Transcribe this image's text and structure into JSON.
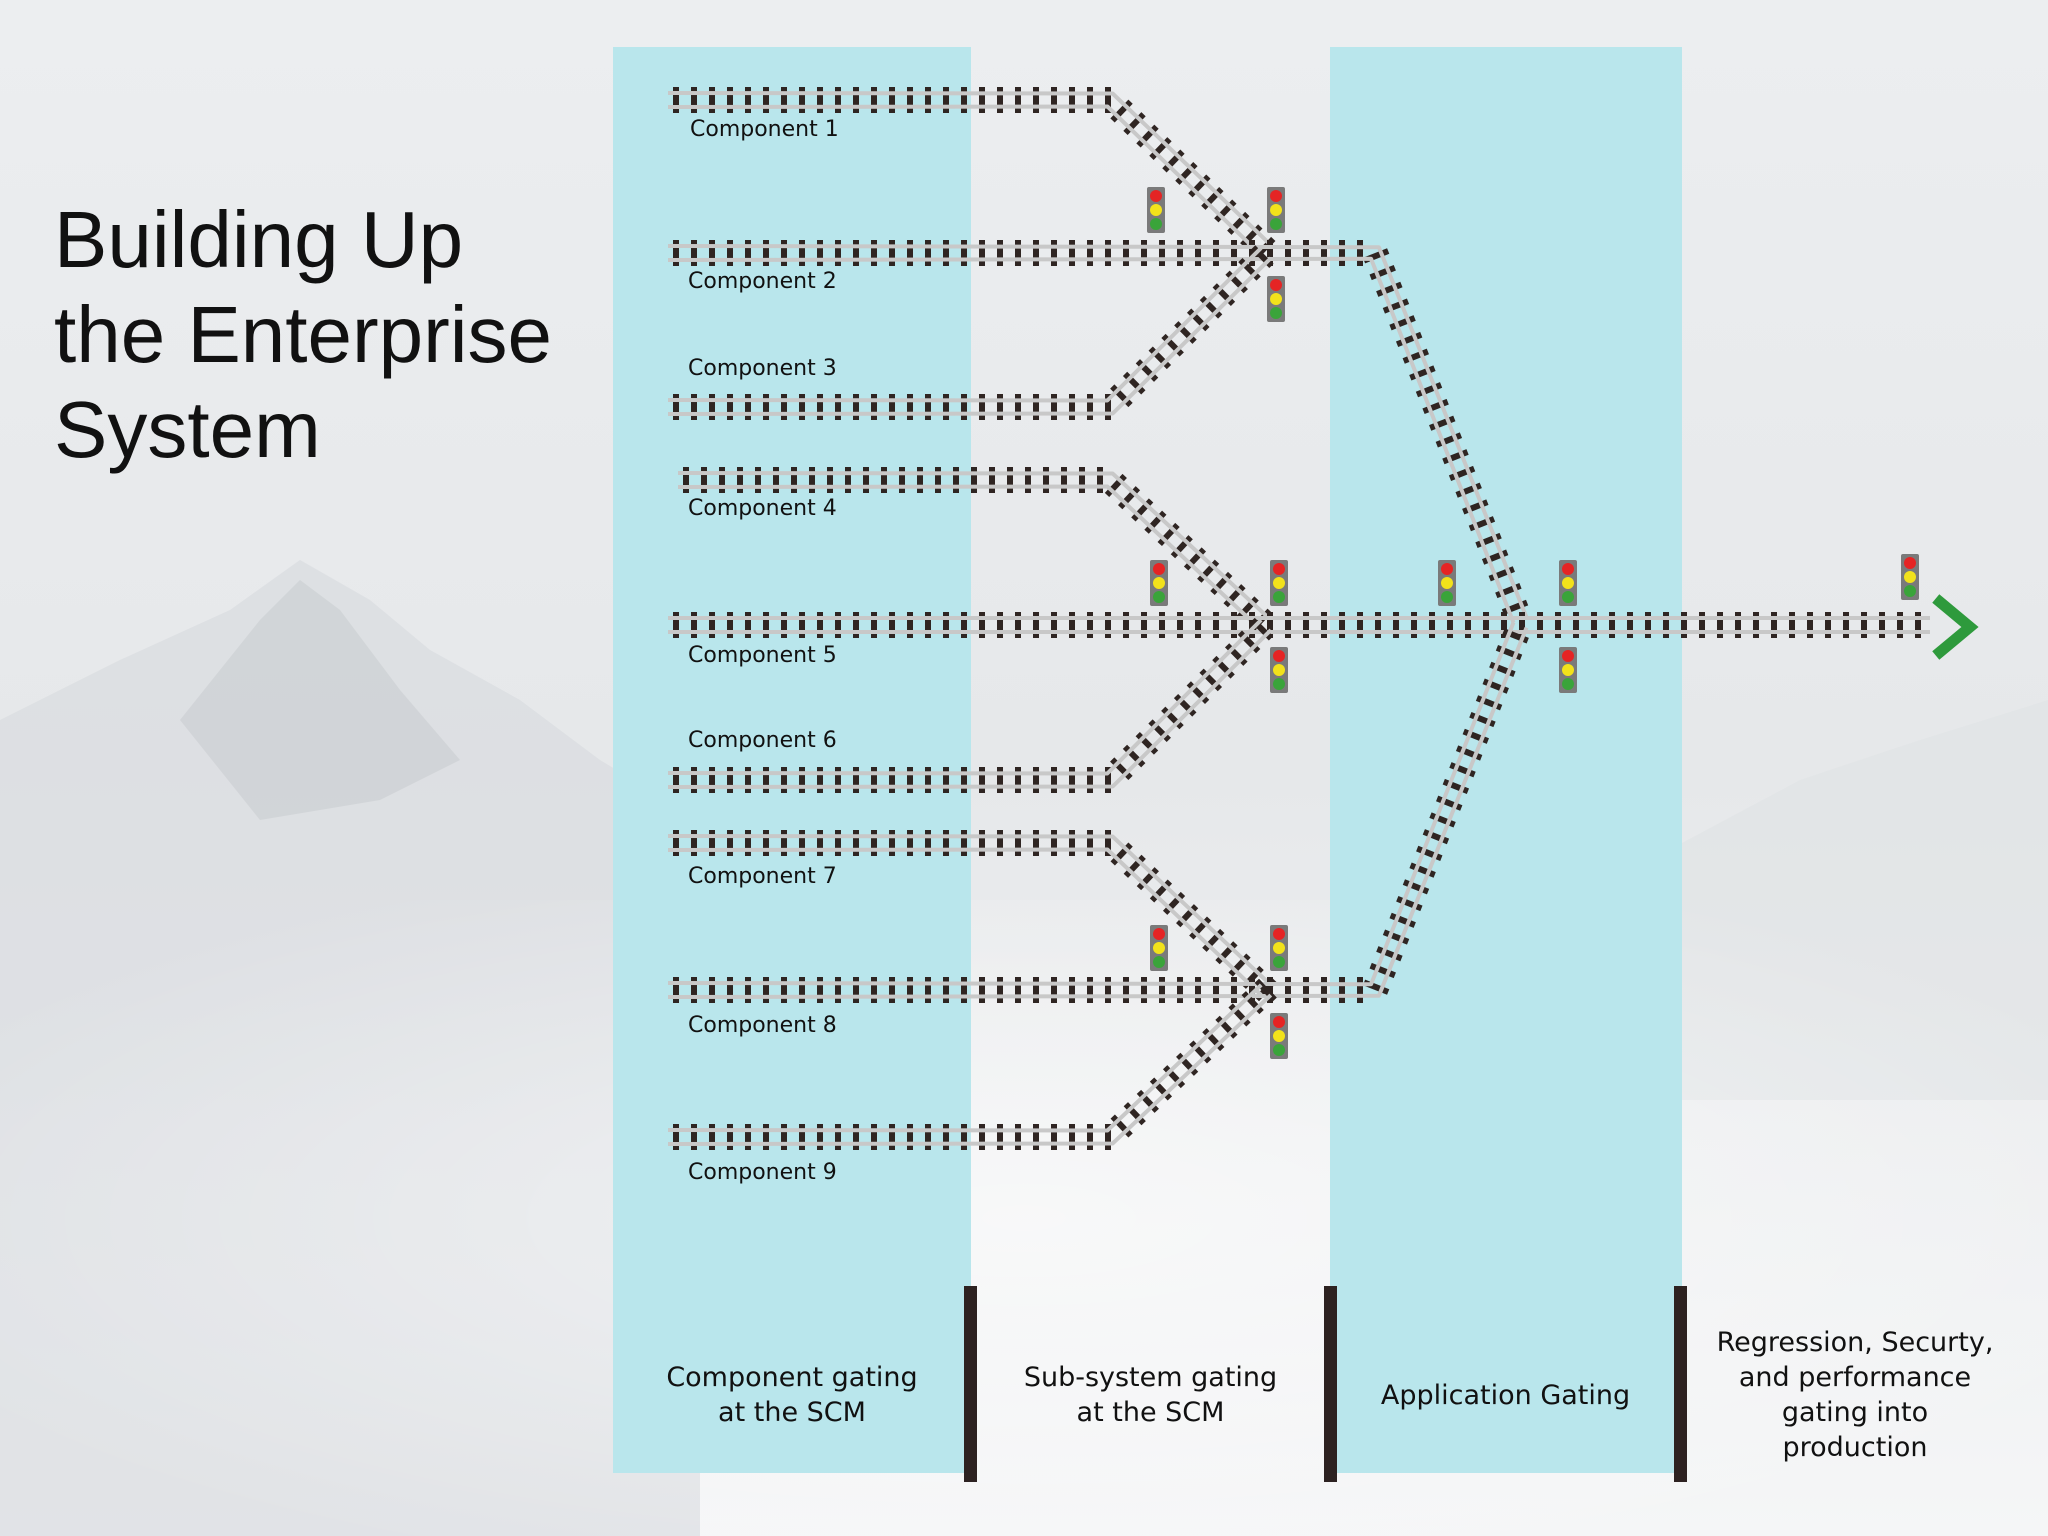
{
  "slide": {
    "title_lines": [
      "Building Up",
      "the Enterprise",
      "System"
    ]
  },
  "components": [
    {
      "label": "Component 1"
    },
    {
      "label": "Component 2"
    },
    {
      "label": "Component 3"
    },
    {
      "label": "Component 4"
    },
    {
      "label": "Component 5"
    },
    {
      "label": "Component 6"
    },
    {
      "label": "Component 7"
    },
    {
      "label": "Component 8"
    },
    {
      "label": "Component 9"
    }
  ],
  "stages": [
    {
      "lines": [
        "Component gating",
        "at the SCM"
      ]
    },
    {
      "lines": [
        "Sub-system gating",
        "at the SCM"
      ]
    },
    {
      "lines": [
        "Application Gating"
      ]
    },
    {
      "lines": [
        "Regression, Securty,",
        "and performance",
        "gating into",
        "production"
      ]
    }
  ],
  "colors": {
    "band": "#b9e6ec",
    "rail": "#c8c8c8",
    "tie": "#2f2522",
    "divider": "#2d2221",
    "arrow": "#2e9a3c",
    "signal_red": "#e52424",
    "signal_yellow": "#f2e21b",
    "signal_green": "#3aa43a"
  },
  "icons": {
    "signal": "traffic-light-icon",
    "arrow": "chevron-right-icon"
  }
}
